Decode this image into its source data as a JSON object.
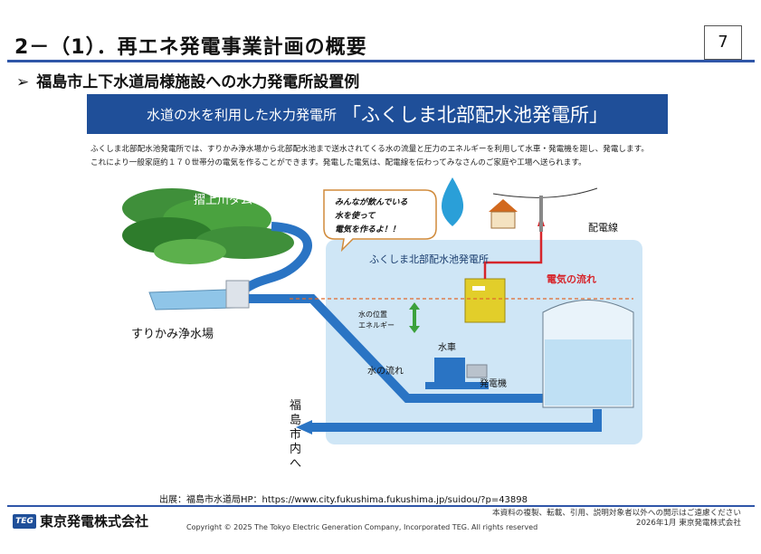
{
  "header": {
    "title": "2－（1）．再エネ発電事業計画の概要",
    "page_number": "7",
    "subheading": "福島市上下水道局様施設への水力発電所設置例"
  },
  "banner": {
    "lead": "水道の水を利用した水力発電所",
    "name": "「ふくしま北部配水池発電所」"
  },
  "description": {
    "line1": "ふくしま北部配水池発電所では、すりかみ浄水場から北部配水池まで送水されてくる水の流量と圧力のエネルギーを利用して水車・発電機を廻し、発電します。",
    "line2": "これにより一般家庭約１７０世帯分の電気を作ることができます。発電した電気は、配電線を伝わってみなさんのご家庭や工場へ送られます。"
  },
  "diagram": {
    "dam": "摺上川ダム",
    "plant": "すりかみ浄水場",
    "speech": [
      "みんなが飲んでいる",
      "水を使って",
      "電気を作るよ！！"
    ],
    "power_line": "配電線",
    "station": "ふくしま北部配水池発電所",
    "electricity_flow": "電気の流れ",
    "water_level": [
      "水の位置",
      "エネルギー"
    ],
    "turbine": "水車",
    "water_flow": "水の流れ",
    "generator": "発電機",
    "city": [
      "福",
      "島",
      "市",
      "内",
      "へ"
    ]
  },
  "footer": {
    "source": "出展：福島市水道局HP：https://www.city.fukushima.fukushima.jp/suidou/?p=43898",
    "logo": "TEG",
    "company": "東京発電株式会社",
    "copyright": "Copyright © 2025 The Tokyo Electric Generation Company, Incorporated  TEG. All rights reserved",
    "notice": "本資料の複製、転載、引用、説明対象者以外への開示はご遠慮ください",
    "date_company": "2026年1月  東京発電株式会社"
  },
  "colors": {
    "brand_blue": "#1f4f99",
    "water_blue": "#2a74c4",
    "station_bg": "#cfe6f6",
    "power_red": "#d6252b",
    "energy_green": "#3ca13c"
  }
}
